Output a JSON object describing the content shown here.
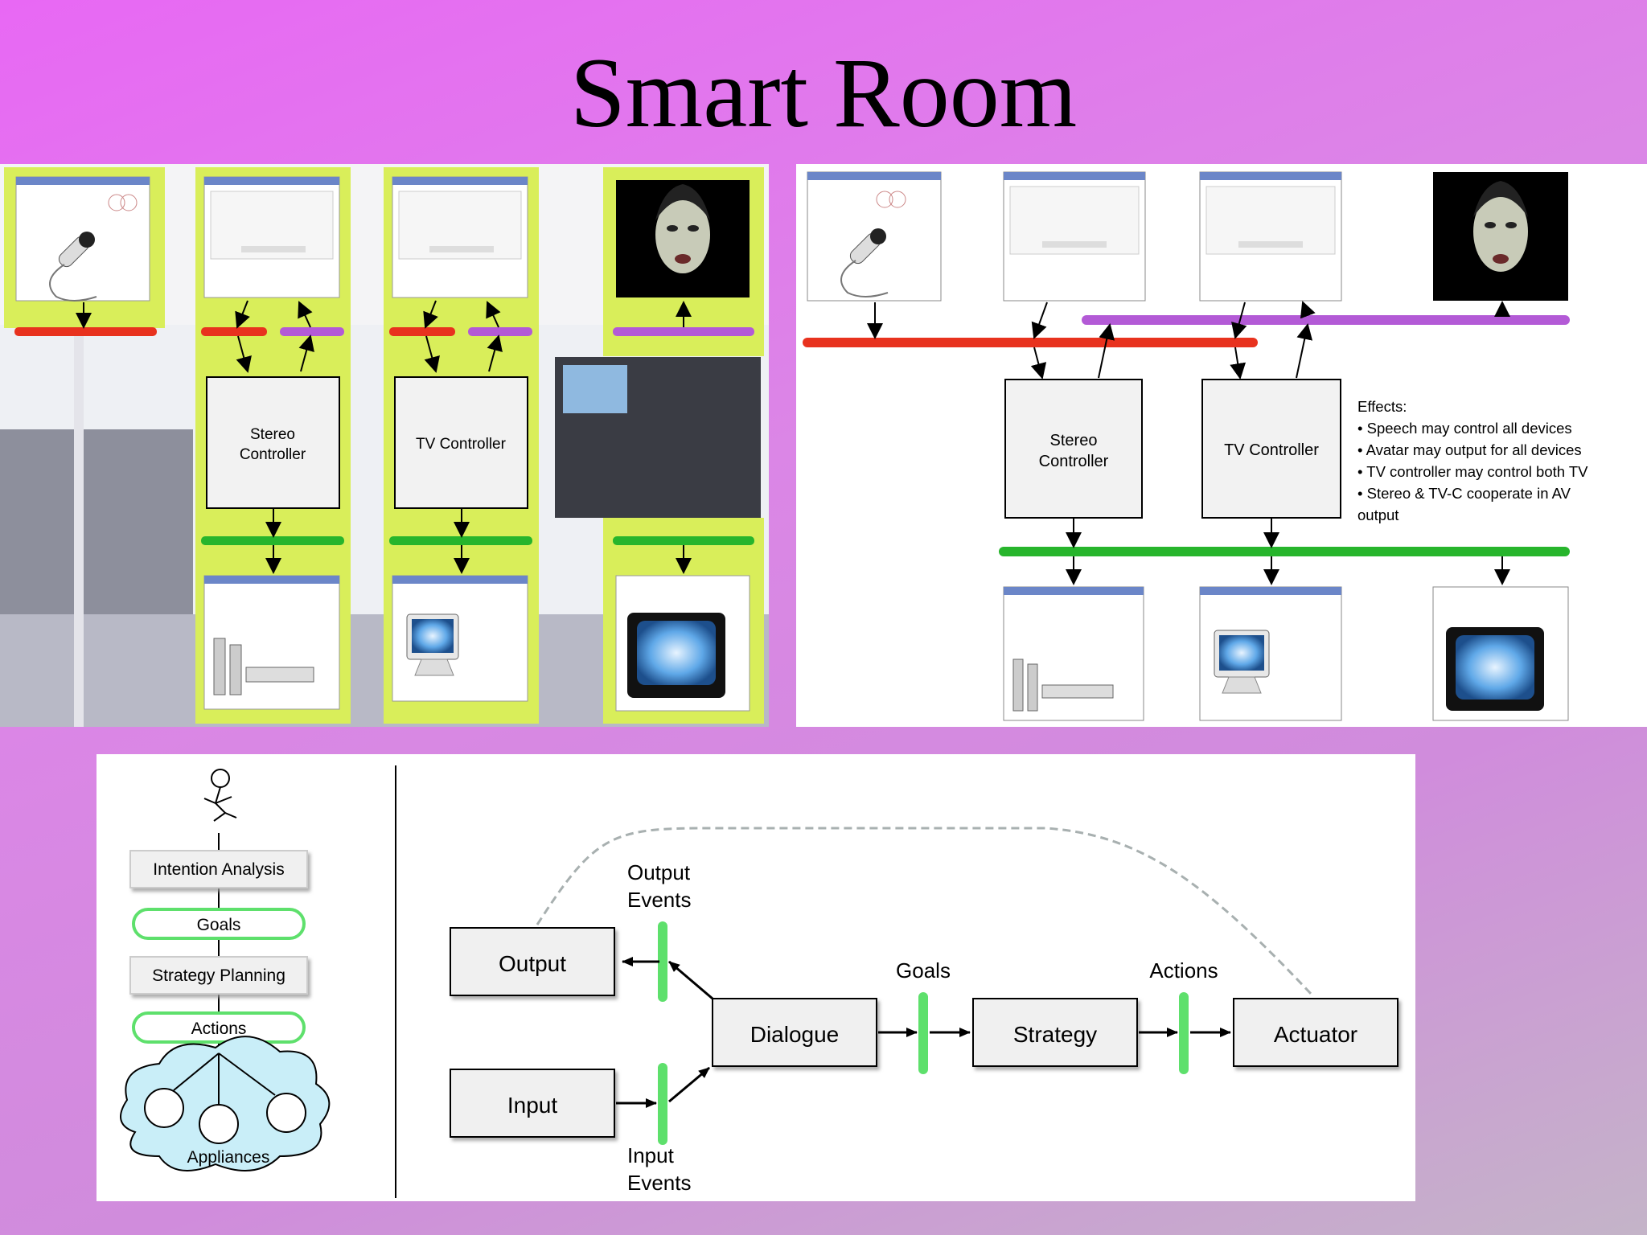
{
  "slide": {
    "title": "Smart Room"
  },
  "left_diagram": {
    "stereo_controller": [
      "Stereo",
      "Controller"
    ],
    "tv_controller": "TV Controller"
  },
  "right_diagram": {
    "stereo_controller": [
      "Stereo",
      "Controller"
    ],
    "tv_controller": "TV Controller",
    "effects_title": "Effects:",
    "effects": [
      "• Speech may control all devices",
      "• Avatar may output for all devices",
      "• TV controller may control both TV",
      "• Stereo & TV-C cooperate in AV",
      "output"
    ]
  },
  "stack_diagram": {
    "intention_analysis": "Intention Analysis",
    "goals": "Goals",
    "strategy_planning": "Strategy Planning",
    "actions": "Actions",
    "appliances": "Appliances"
  },
  "flow_diagram": {
    "output": "Output",
    "input": "Input",
    "dialogue": "Dialogue",
    "strategy": "Strategy",
    "actuator": "Actuator",
    "output_events": [
      "Output",
      "Events"
    ],
    "input_events": [
      "Input",
      "Events"
    ],
    "goals": "Goals",
    "actions": "Actions"
  },
  "colors": {
    "red_bus": "#e8321e",
    "purple_bus": "#b35ad6",
    "green_bus": "#27b52c",
    "lime_panel": "#d9ee5a",
    "highlight_green": "#5ee06c"
  }
}
